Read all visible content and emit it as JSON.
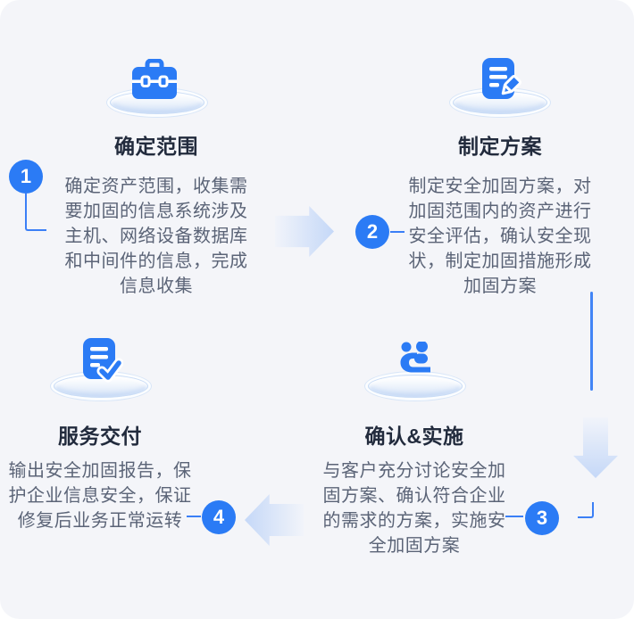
{
  "meta": {
    "background_color": "#f4f5f9",
    "accent_color": "#2b7bf5",
    "connector_color": "#3b7ff6",
    "title_color": "#222b3d",
    "body_text_color": "#5b6477",
    "arrow_fill_color": "#c5d8f8"
  },
  "steps": [
    {
      "number": "1",
      "title": "确定范围",
      "icon": "briefcase-icon",
      "desc_lines": [
        "确定资产范围，收集需",
        "要加固的信息系统涉及",
        "主机、网络设备数据库",
        "和中间件的信息，完成",
        "信息收集"
      ]
    },
    {
      "number": "2",
      "title": "制定方案",
      "icon": "document-edit-icon",
      "desc_lines": [
        "制定安全加固方案，对",
        "加固范围内的资产进行",
        "安全评估，确认安全现",
        "状，制定加固措施形成",
        "加固方案"
      ]
    },
    {
      "number": "3",
      "title": "确认&实施",
      "icon": "people-discussion-icon",
      "desc_lines": [
        "与客户充分讨论安全加",
        "固方案、确认符合企业",
        "的需求的方案，实施安",
        "全加固方案"
      ]
    },
    {
      "number": "4",
      "title": "服务交付",
      "icon": "document-check-icon",
      "desc_lines": [
        "输出安全加固报告，保",
        "护企业信息安全，保证",
        "修复后业务正常运转"
      ]
    }
  ]
}
